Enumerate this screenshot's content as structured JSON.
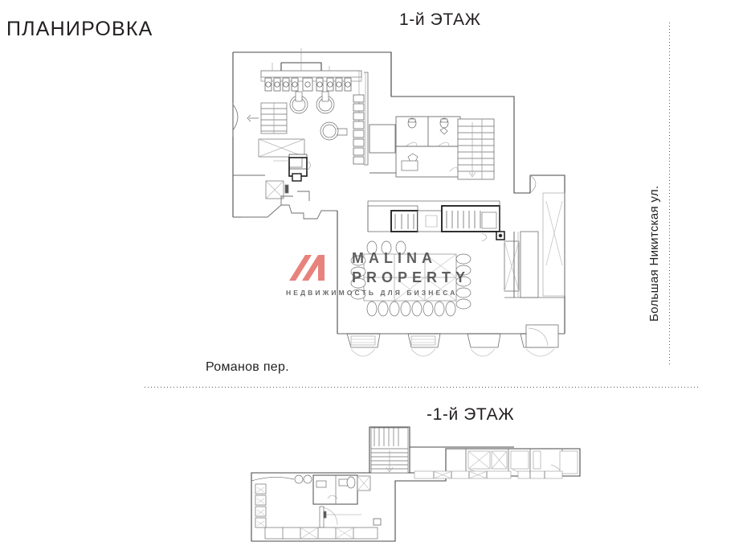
{
  "page": {
    "title": "ПЛАНИРОВКА",
    "background_color": "#ffffff",
    "ink_color": "#6e6e6e",
    "dark_ink_color": "#1a1a1a"
  },
  "floors": [
    {
      "id": "floor-1",
      "label": "1-й ЭТАЖ"
    },
    {
      "id": "floor-basement",
      "label": "-1-й ЭТАЖ"
    }
  ],
  "streets": [
    {
      "id": "street-bottom",
      "label": "Романов пер.",
      "orientation": "horizontal"
    },
    {
      "id": "street-right",
      "label": "Большая Никитская ул.",
      "orientation": "vertical"
    }
  ],
  "watermark": {
    "brand": "MALINA",
    "brand2": "PROPERTY",
    "tagline": "НЕДВИЖИМОСТЬ ДЛЯ БИЗНЕСА",
    "logo_color": "#e8827d",
    "text_color": "#3d3d3d"
  }
}
